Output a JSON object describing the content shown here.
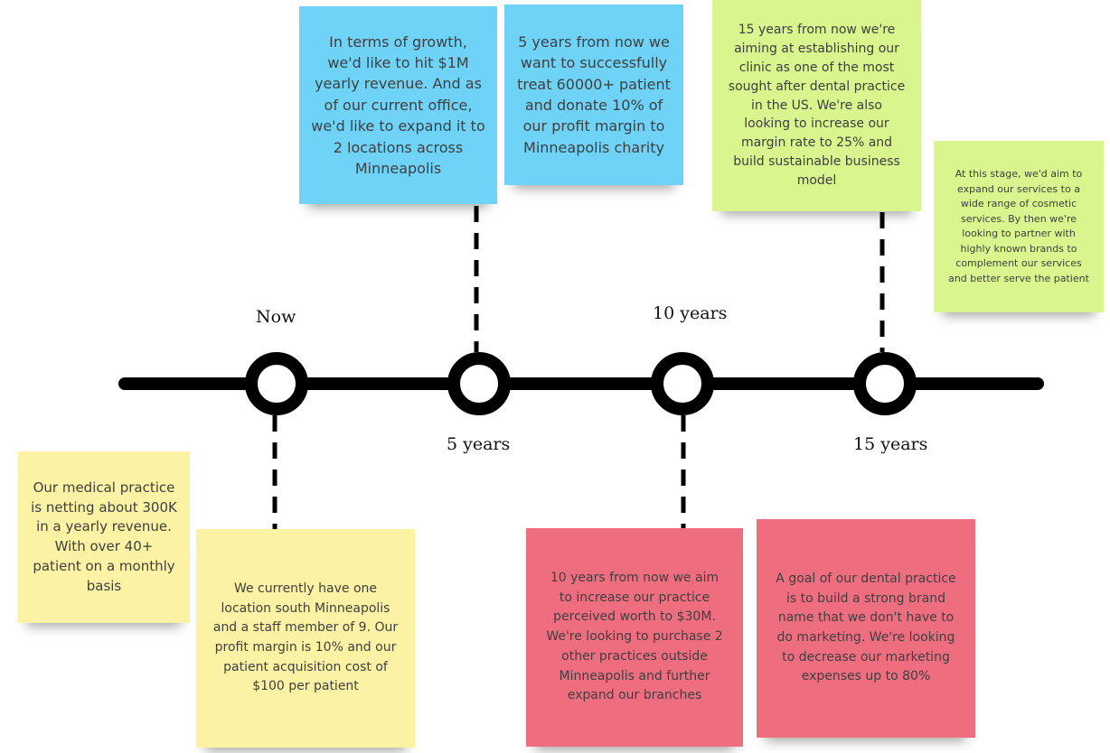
{
  "milestones": {
    "now": "Now",
    "five": "5 years",
    "ten": "10 years",
    "fifteen": "15 years"
  },
  "notes": {
    "growth_5y": "In terms of growth, we'd like to hit $1M yearly revenue. And as of our current office, we'd like to expand it to 2 locations across Minneapolis",
    "patients_5y": "5 years from now we want to successfully treat 60000+ patient and donate 10% of our profit margin to Minneapolis charity",
    "clinic_15y": "15 years from now we're aiming at establishing our clinic as one of the most sought after dental practice in the US. We're also looking to increase our margin rate to 25% and build sustainable business model",
    "cosmetic_15y": "At this stage, we'd aim to expand our services to a wide range of cosmetic services. By then we're looking to partner with highly known brands to complement our services and better serve the patient",
    "revenue_now": "Our medical practice is netting about 300K in a yearly revenue. With over 40+ patient on a monthly basis",
    "location_now": "We currently have one location south Minneapolis and a staff member of 9. Our profit margin is 10% and our patient acquisition cost of $100 per patient",
    "worth_10y": "10 years from now we aim to increase our practice perceived worth to $30M. We're looking to purchase 2 other practices outside Minneapolis and further expand our branches",
    "brand_10y": "A goal of our dental practice is to build a strong brand name that we don't have to do marketing. We're looking to decrease our marketing expenses up to 80%"
  },
  "colors": {
    "blue": "#6fd3f7",
    "green": "#d8f58e",
    "yellow": "#fbf3a3",
    "red": "#ee6e80",
    "line": "#000000"
  }
}
